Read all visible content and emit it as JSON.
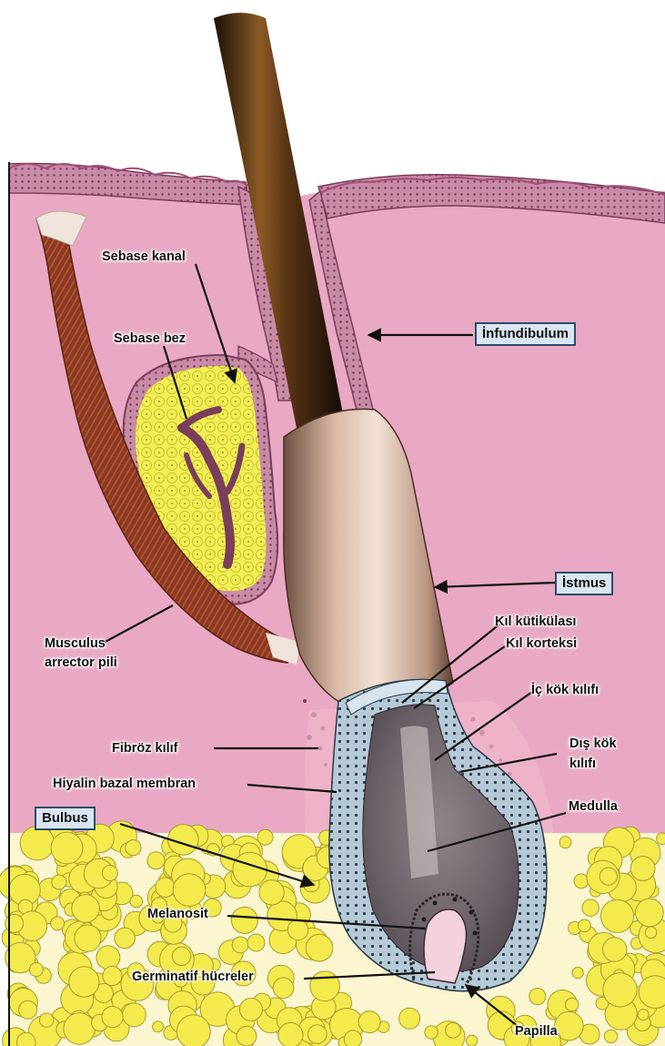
{
  "labels": {
    "sebase_kanal": "Sebase kanal",
    "sebase_bez": "Sebase bez",
    "infundibulum": "İnfundibulum",
    "istmus": "İstmus",
    "kil_kutikulasi": "Kıl kütikülası",
    "kil_korteksi": "Kıl korteksi",
    "musculus_line1": "Musculus",
    "musculus_line2": "arrector pili",
    "ic_kok_kilifi": "İç kök kılıfı",
    "dis_kok_line1": "Dış kök",
    "dis_kok_line2": "kılıfı",
    "fibroz_kilif": "Fibröz kılıf",
    "hiyalin": "Hiyalin bazal membran",
    "medulla": "Medulla",
    "bulbus": "Bulbus",
    "melanosit": "Melanosit",
    "germinatif": "Germinatif hücreler",
    "papilla": "Papilla"
  },
  "colors": {
    "dermis": "#e9a9c4",
    "epidermis": "#c98aa6",
    "hair_shaft": "#3a2514",
    "sebaceous": "#f2ee55",
    "muscle": "#8a3a22",
    "fat": "#f3ea4e",
    "bulb": "#7f7880",
    "label_box": "#d9e6f2"
  }
}
